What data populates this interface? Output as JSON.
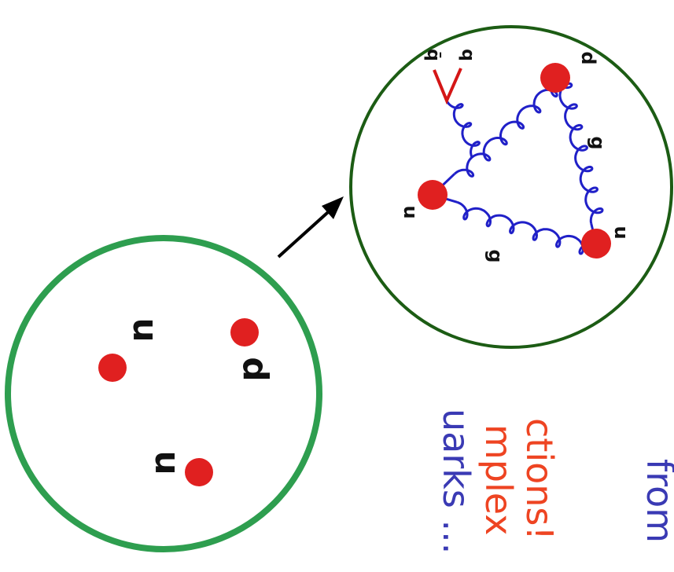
{
  "colors": {
    "proton_outline": "#2e9e4f",
    "zoom_outline": "#1c5c14",
    "quark": "#e02020",
    "gluon": "#2020c8",
    "antiquark_pair": "#d41616",
    "caption_blue": "#3a3ab4",
    "caption_red": "#ee4422"
  },
  "simple_proton": {
    "quarks": [
      "u",
      "u",
      "d"
    ]
  },
  "zoomed_proton": {
    "quarks": [
      "u",
      "u",
      "d"
    ],
    "gluon_labels": [
      "g",
      "g"
    ],
    "pair_labels": [
      "q",
      "q̄"
    ]
  },
  "caption": {
    "line1": "uarks ...",
    "line2": "mplex",
    "line3": "ctions!",
    "line4": "from"
  }
}
